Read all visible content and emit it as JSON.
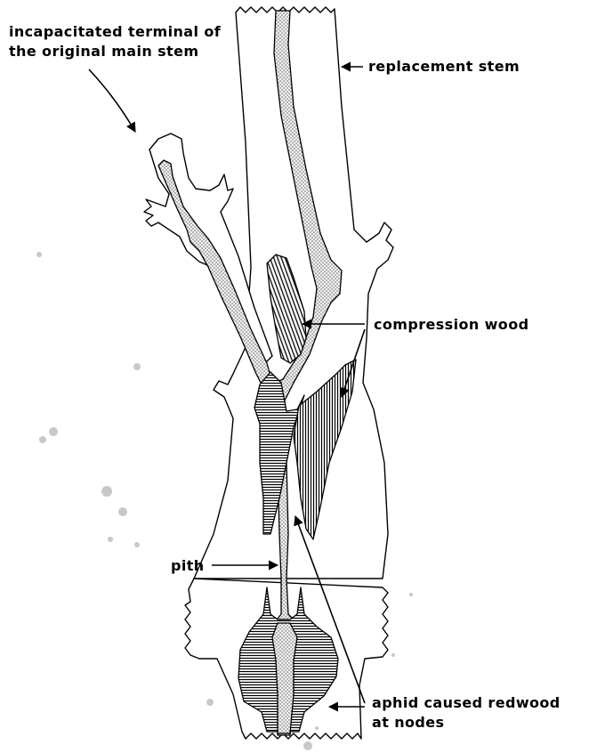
{
  "labels": {
    "terminal_line1": "incapacitated terminal of",
    "terminal_line2": "the original main stem",
    "replacement_stem": "replacement  stem",
    "compression_wood": "compression  wood",
    "pith": "pith",
    "redwood_line1": "aphid caused  redwood",
    "redwood_line2": "at nodes"
  }
}
